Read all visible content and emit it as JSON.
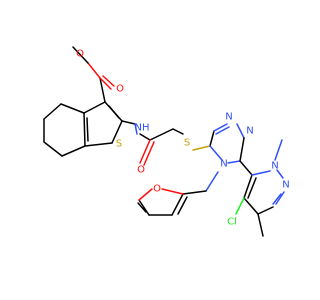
{
  "colors": {
    "carbon_bond": "#000000",
    "oxygen": "#ff0d0d",
    "nitrogen": "#3050f8",
    "sulfur": "#c6a100",
    "chlorine": "#1ff01f",
    "background": "#ffffff"
  },
  "atom_labels": {
    "ester_carbonyl_o": "O",
    "ester_o": "O",
    "thiophene_s": "S",
    "amide_nh": "NH",
    "amide_o": "O",
    "thioether_s": "S",
    "triazole_n1": "N",
    "triazole_n2": "N",
    "triazole_n4": "N",
    "furan_o": "O",
    "pyrazole_n1": "N",
    "pyrazole_n2": "N",
    "chloro": "Cl"
  }
}
